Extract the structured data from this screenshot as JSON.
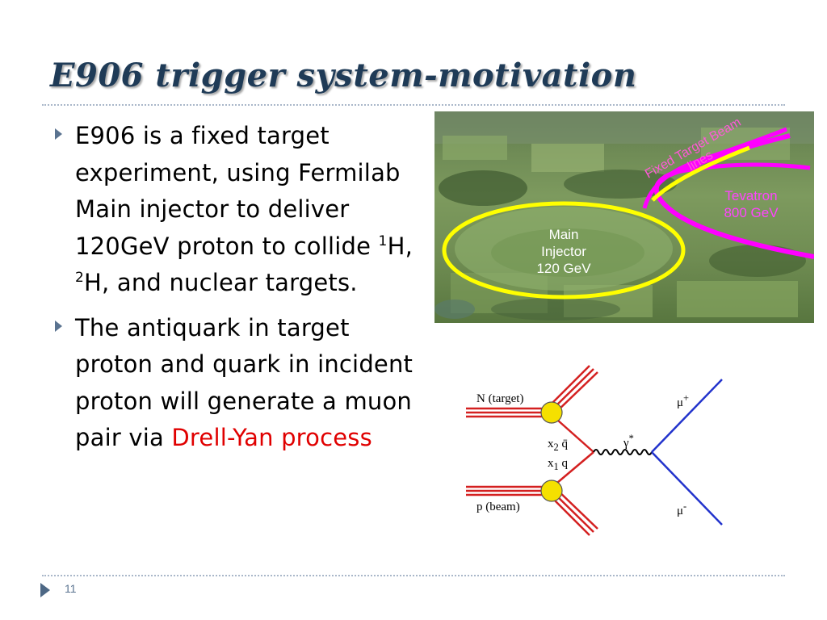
{
  "slide": {
    "title": "E906 trigger system-motivation",
    "page_number": "11"
  },
  "bullets": [
    {
      "pre": "E906 is a fixed target experiment, using Fermilab Main injector to deliver 120GeV proton to collide ",
      "sup1": "1",
      "mid1": "H, ",
      "sup2": "2",
      "mid2": "H, and nuclear targets."
    },
    {
      "text": "The antiquark in target proton and quark in incident proton will generate a muon pair via ",
      "highlight": "Drell-Yan process"
    }
  ],
  "aerial_photo": {
    "main_injector_label": [
      "Main",
      "Injector",
      "120 GeV"
    ],
    "tevatron_label": "Tevatron 800 GeV",
    "fixed_target_label": "Fixed Target Beam lines"
  },
  "feynman": {
    "target_label": "N (target)",
    "beam_label": "p (beam)",
    "x2_label": "x",
    "x2_sub": "2",
    "antiquark": "q̄",
    "x1_label": "x",
    "x1_sub": "1",
    "quark": "q",
    "photon": "γ",
    "photon_sup": "*",
    "mu_plus": "μ",
    "mu_plus_sup": "+",
    "mu_minus": "μ",
    "mu_minus_sup": "-"
  },
  "colors": {
    "title": "#1f3b57",
    "drell_yan": "#e00000",
    "injector_ring": "#ffff00",
    "tevatron_lines": "#ff00ff",
    "hadron_lines": "#d42020",
    "muon_lines": "#2233cc",
    "vertex": "#f5e000"
  }
}
